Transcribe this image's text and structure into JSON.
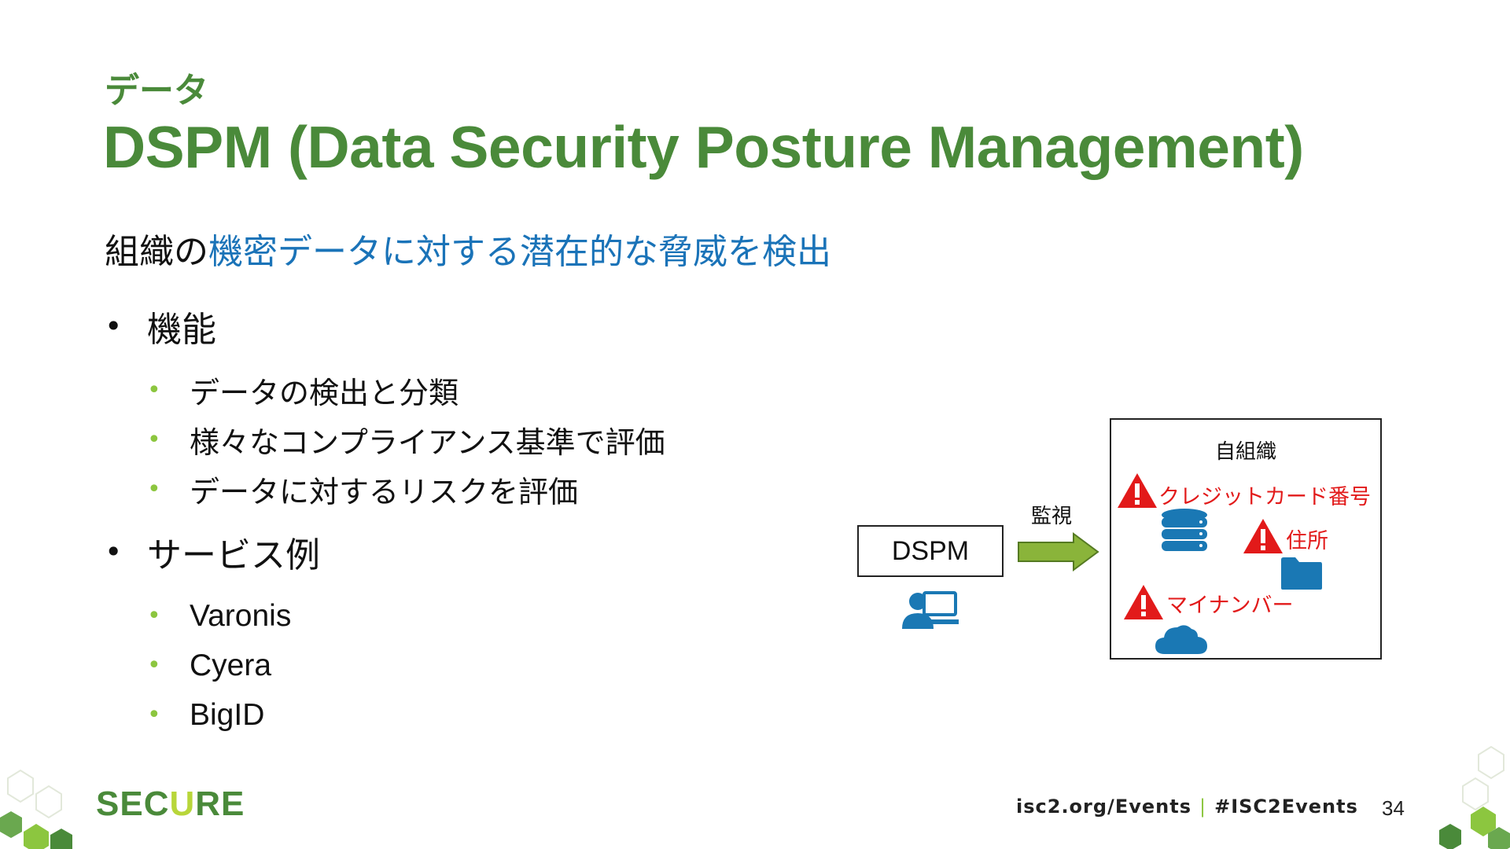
{
  "header": {
    "subtitle": "データ",
    "title": "DSPM (Data Security Posture Management)"
  },
  "lead": {
    "prefix": "組織の",
    "accent": "機密データに対する潜在的な脅威を検出"
  },
  "sections": [
    {
      "bullet": "•",
      "label": "機能",
      "items": [
        "データの検出と分類",
        "様々なコンプライアンス基準で評価",
        "データに対するリスクを評価"
      ]
    },
    {
      "bullet": "•",
      "label": "サービス例",
      "items": [
        "Varonis",
        "Cyera",
        "BigID"
      ]
    }
  ],
  "sub_bullet": "•",
  "diagram": {
    "org_title": "自組織",
    "dspm_label": "DSPM",
    "monitor_label": "監視",
    "risks": [
      "クレジットカード番号",
      "住所",
      "マイナンバー"
    ],
    "icons": [
      "computer-user-icon",
      "arrow-right-icon",
      "warning-icon",
      "database-icon",
      "folder-icon",
      "cloud-icon"
    ],
    "colors": {
      "accent_green": "#4a8a3a",
      "accent_blue": "#1a73b8",
      "warning_red": "#e21a1a",
      "icon_blue": "#1a78b4",
      "arrow_green": "#8ab43a"
    }
  },
  "footer": {
    "logo_part1": "SEC",
    "logo_part2": "U",
    "logo_part3": "RE",
    "link_events": "isc2.org/Events",
    "separator": "|",
    "hashtag": "#ISC2Events",
    "page_number": "34"
  }
}
